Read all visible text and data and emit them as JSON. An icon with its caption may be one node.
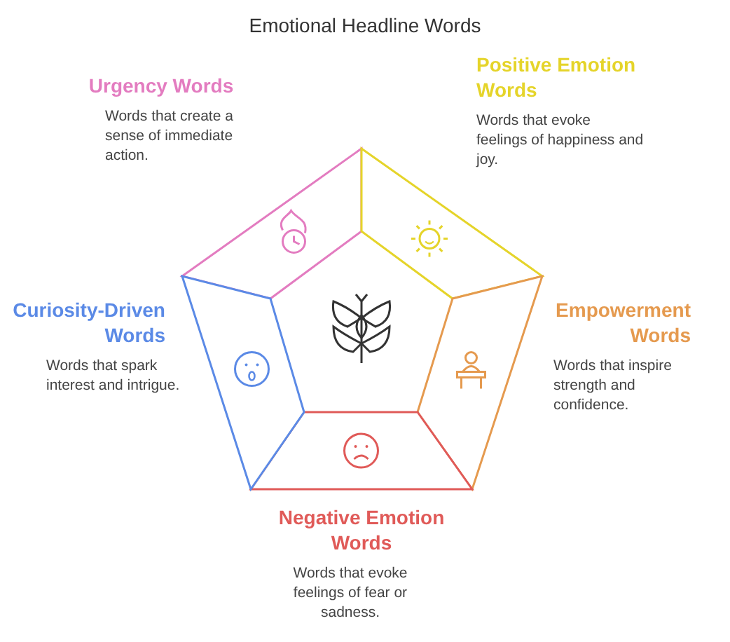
{
  "diagram": {
    "title": "Emotional Headline Words",
    "nodes": [
      {
        "text": [
          "Urgency Words",
          "Words that create a sense of immediate action."
        ]
      },
      {
        "text": [
          "Positive Emotion Words",
          "Words that evoke feelings of happiness and joy."
        ]
      },
      {
        "text": [
          "Empowerment Words",
          "Words that inspire strength and confidence."
        ]
      },
      {
        "text": [
          "Negative Emotion Words",
          "Words that evoke feelings of fear or sadness."
        ]
      },
      {
        "text": [
          "Curiosity-Driven Words",
          "Words that spark interest and intrigue."
        ]
      }
    ]
  }
}
